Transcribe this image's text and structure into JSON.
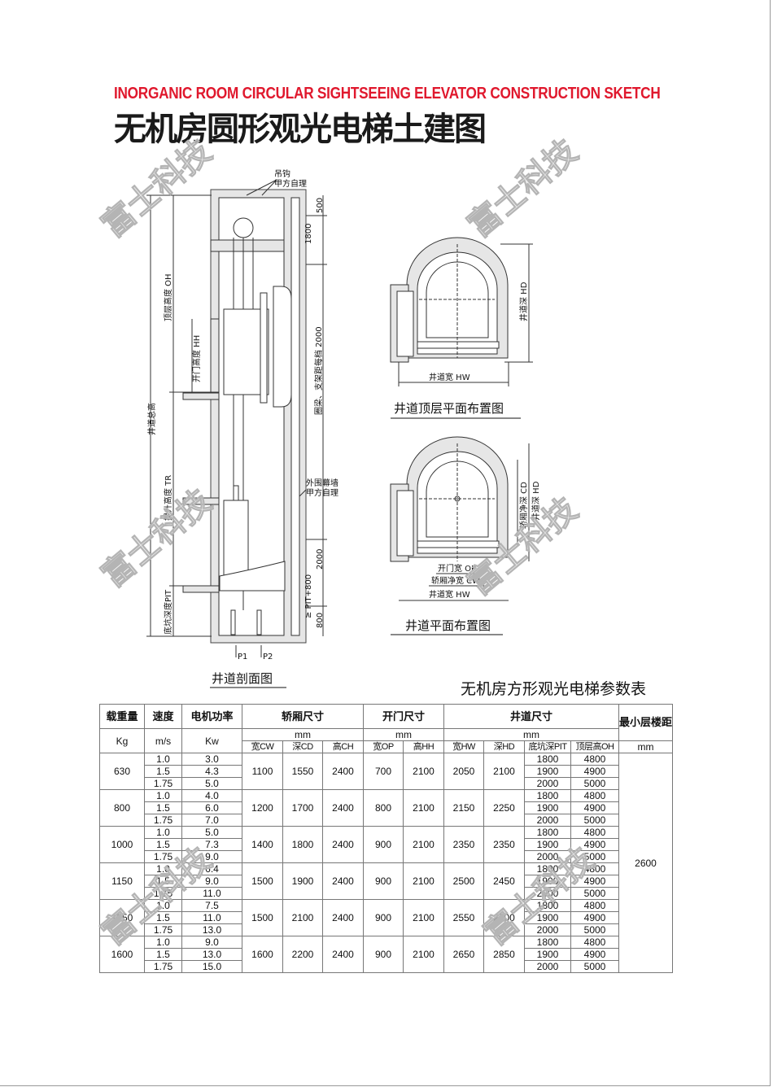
{
  "title_en": "INORGANIC ROOM CIRCULAR SIGHTSEEING ELEVATOR CONSTRUCTION SKETCH",
  "title_cn": "无机房圆形观光电梯土建图",
  "watermark": "富士科技",
  "section": {
    "caption": "井道剖面图",
    "hook_1": "吊钩",
    "hook_2": "甲方自理",
    "oh": "顶层高度 OH",
    "hh": "开门高度 HH",
    "total": "井道总高",
    "tr": "提升高度 TR",
    "pit": "底坑深度PIT",
    "d500": "500",
    "d1800": "1800",
    "beam": "圈梁、支架距每档 2000",
    "curtain_1": "外围幕墙",
    "curtain_2": "甲方自理",
    "d2000": "2000",
    "pit800": "≥ PIT+800",
    "d800": "800",
    "p1": "P1",
    "p2": "P2"
  },
  "top_plan": {
    "caption": "井道顶层平面布置图",
    "hw": "井道宽 HW",
    "hd": "井道深 HD"
  },
  "plan": {
    "caption": "井道平面布置图",
    "op": "开门宽 OP",
    "cw": "轿厢净宽 CW",
    "hw": "井道宽 HW",
    "cd": "轿厢净深 CD",
    "hd": "井道深 HD"
  },
  "table": {
    "title": "无机房方形观光电梯参数表",
    "h_load": "载重量",
    "h_speed": "速度",
    "h_power": "电机功率",
    "h_car": "轿厢尺寸",
    "h_door": "开门尺寸",
    "h_shaft": "井道尺寸",
    "h_floor": "最小层楼距",
    "u_kg": "Kg",
    "u_ms": "m/s",
    "u_kw": "Kw",
    "u_mm": "mm",
    "sub": [
      "宽CW",
      "深CD",
      "高CH",
      "宽OP",
      "高HH",
      "宽HW",
      "深HD",
      "底坑深PIT",
      "顶层高OH"
    ],
    "min_floor": "2600",
    "pit_oh": [
      [
        "1800",
        "4800"
      ],
      [
        "1900",
        "4900"
      ],
      [
        "2000",
        "5000"
      ]
    ],
    "groups": [
      {
        "load": "630",
        "speeds": [
          "1.0",
          "1.5",
          "1.75"
        ],
        "power": [
          "3.0",
          "4.3",
          "5.0"
        ],
        "dims": [
          "1100",
          "1550",
          "2400",
          "700",
          "2100",
          "2050",
          "2100"
        ]
      },
      {
        "load": "800",
        "speeds": [
          "1.0",
          "1.5",
          "1.75"
        ],
        "power": [
          "4.0",
          "6.0",
          "7.0"
        ],
        "dims": [
          "1200",
          "1700",
          "2400",
          "800",
          "2100",
          "2150",
          "2250"
        ]
      },
      {
        "load": "1000",
        "speeds": [
          "1.0",
          "1.5",
          "1.75"
        ],
        "power": [
          "5.0",
          "7.3",
          "9.0"
        ],
        "dims": [
          "1400",
          "1800",
          "2400",
          "900",
          "2100",
          "2350",
          "2350"
        ]
      },
      {
        "load": "1150",
        "speeds": [
          "1.0",
          "1.5",
          "1.75"
        ],
        "power": [
          "6.4",
          "9.0",
          "11.0"
        ],
        "dims": [
          "1500",
          "1900",
          "2400",
          "900",
          "2100",
          "2500",
          "2450"
        ]
      },
      {
        "load": "1350",
        "speeds": [
          "1.0",
          "1.5",
          "1.75"
        ],
        "power": [
          "7.5",
          "11.0",
          "13.0"
        ],
        "dims": [
          "1500",
          "2100",
          "2400",
          "900",
          "2100",
          "2550",
          "2700"
        ]
      },
      {
        "load": "1600",
        "speeds": [
          "1.0",
          "1.5",
          "1.75"
        ],
        "power": [
          "9.0",
          "13.0",
          "15.0"
        ],
        "dims": [
          "1600",
          "2200",
          "2400",
          "900",
          "2100",
          "2650",
          "2850"
        ]
      }
    ]
  }
}
